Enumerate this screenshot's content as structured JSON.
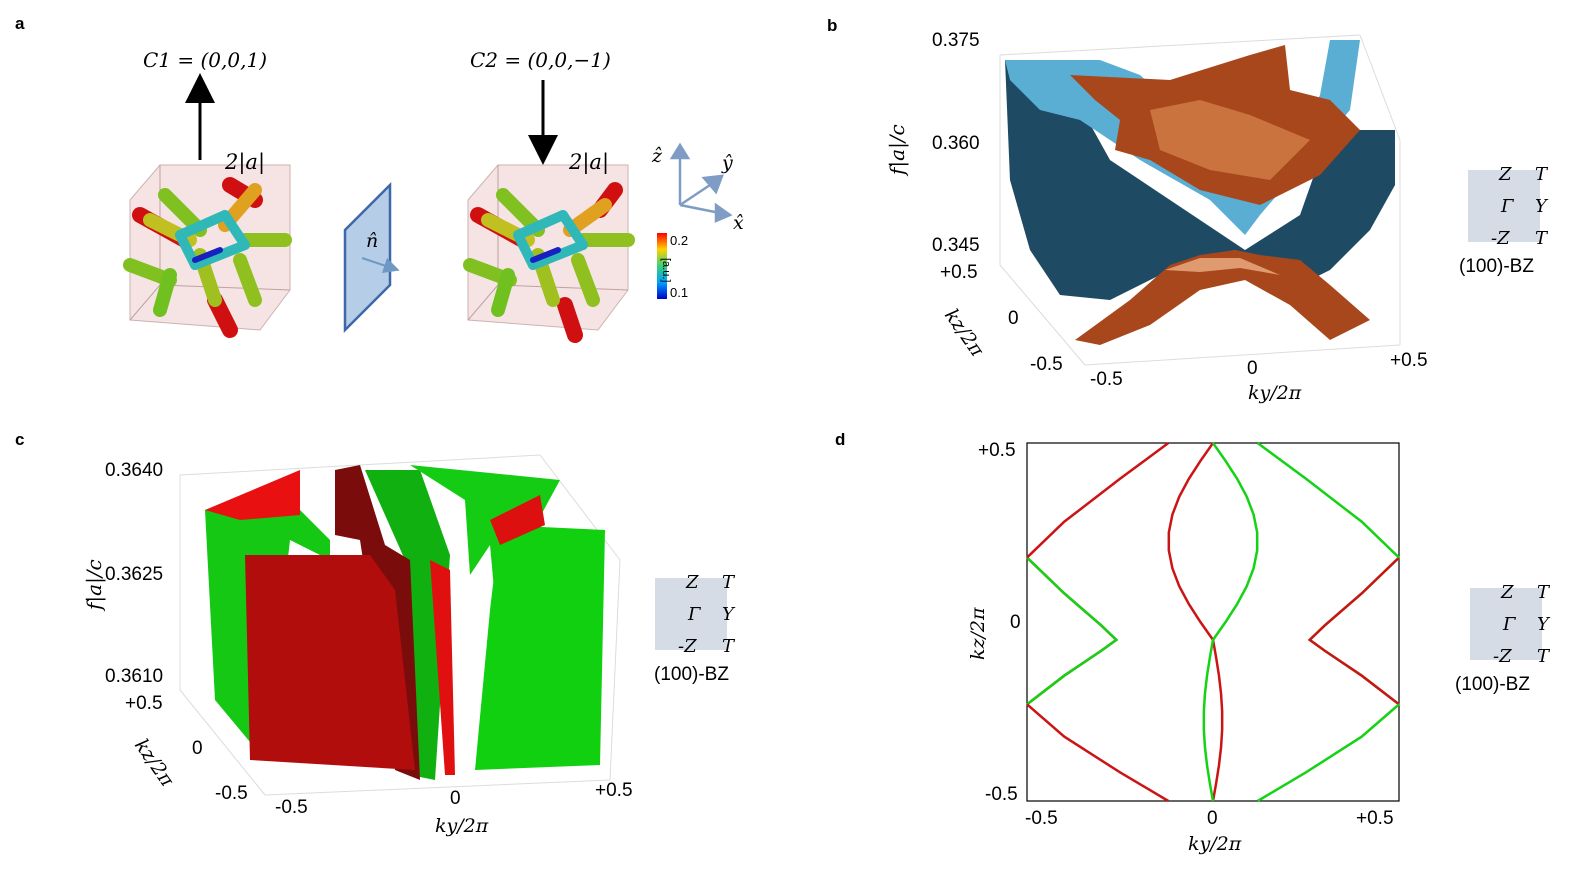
{
  "panel_labels": {
    "a": "a",
    "b": "b",
    "c": "c",
    "d": "d"
  },
  "panel_a": {
    "c1_label": "C1 = (0,0,1)",
    "c2_label": "C2 = (0,0,−1)",
    "cube_label": "2|a|",
    "normal_label": "n̂",
    "axis_z": "ẑ",
    "axis_y": "ŷ",
    "axis_x": "x̂",
    "colorbar_max": "0.2",
    "colorbar_min": "0.1",
    "colorbar_unit": "[a.u.]"
  },
  "panel_b": {
    "ylabel": "f|a|/c",
    "ticks_f": [
      "0.375",
      "0.360",
      "0.345"
    ],
    "kz_label": "kz/2π",
    "kz_ticks": [
      "+0.5",
      "0",
      "-0.5"
    ],
    "ky_label": "ky/2π",
    "ky_ticks": [
      "-0.5",
      "0",
      "+0.5"
    ]
  },
  "panel_c": {
    "ylabel": "f|a|/c",
    "ticks_f": [
      "0.3640",
      "0.3625",
      "0.3610"
    ],
    "kz_label": "kz/2π",
    "kz_ticks": [
      "+0.5",
      "0",
      "-0.5"
    ],
    "ky_label": "ky/2π",
    "ky_ticks": [
      "-0.5",
      "0",
      "+0.5"
    ]
  },
  "panel_d": {
    "ylabel": "kz/2π",
    "xlabel": "ky/2π",
    "x_ticks": [
      "-0.5",
      "0",
      "+0.5"
    ],
    "y_ticks": [
      "+0.5",
      "0",
      "-0.5"
    ]
  },
  "bz_inset": {
    "Z": "Z",
    "T": "T",
    "Gamma": "Γ",
    "Y": "Y",
    "mZ": "-Z",
    "caption": "(100)-BZ"
  },
  "colors": {
    "blue_surface": "#4a9cc6",
    "copper_surface": "#a8471c",
    "red": "#cc1414",
    "green": "#14d214",
    "bz_square": "#d5dce6"
  },
  "chart_data": [
    {
      "type": "line",
      "title": "",
      "xlabel": "ky/2π",
      "ylabel": "kz/2π",
      "xlim": [
        -0.5,
        0.5
      ],
      "ylim": [
        -0.5,
        0.5
      ],
      "series": [
        {
          "color": "red",
          "x": [
            -0.52,
            -0.4,
            -0.3,
            -0.26,
            -0.3,
            -0.4,
            -0.52
          ],
          "y": [
            -0.23,
            -0.15,
            -0.08,
            -0.05,
            -0.01,
            0.08,
            0.18
          ]
        },
        {
          "color": "green",
          "x": [
            -0.52,
            -0.4,
            -0.3,
            -0.26,
            -0.3,
            -0.4,
            -0.52
          ],
          "y": [
            0.18,
            0.08,
            -0.01,
            -0.05,
            -0.08,
            -0.15,
            -0.23
          ]
        },
        {
          "color": "red",
          "x": [
            -0.52,
            -0.4,
            -0.25,
            -0.12
          ],
          "y": [
            0.18,
            0.28,
            0.4,
            0.5
          ]
        },
        {
          "color": "red",
          "x": [
            -0.52,
            -0.4,
            -0.25,
            -0.12
          ],
          "y": [
            -0.23,
            -0.32,
            -0.42,
            -0.5
          ]
        }
      ]
    }
  ]
}
